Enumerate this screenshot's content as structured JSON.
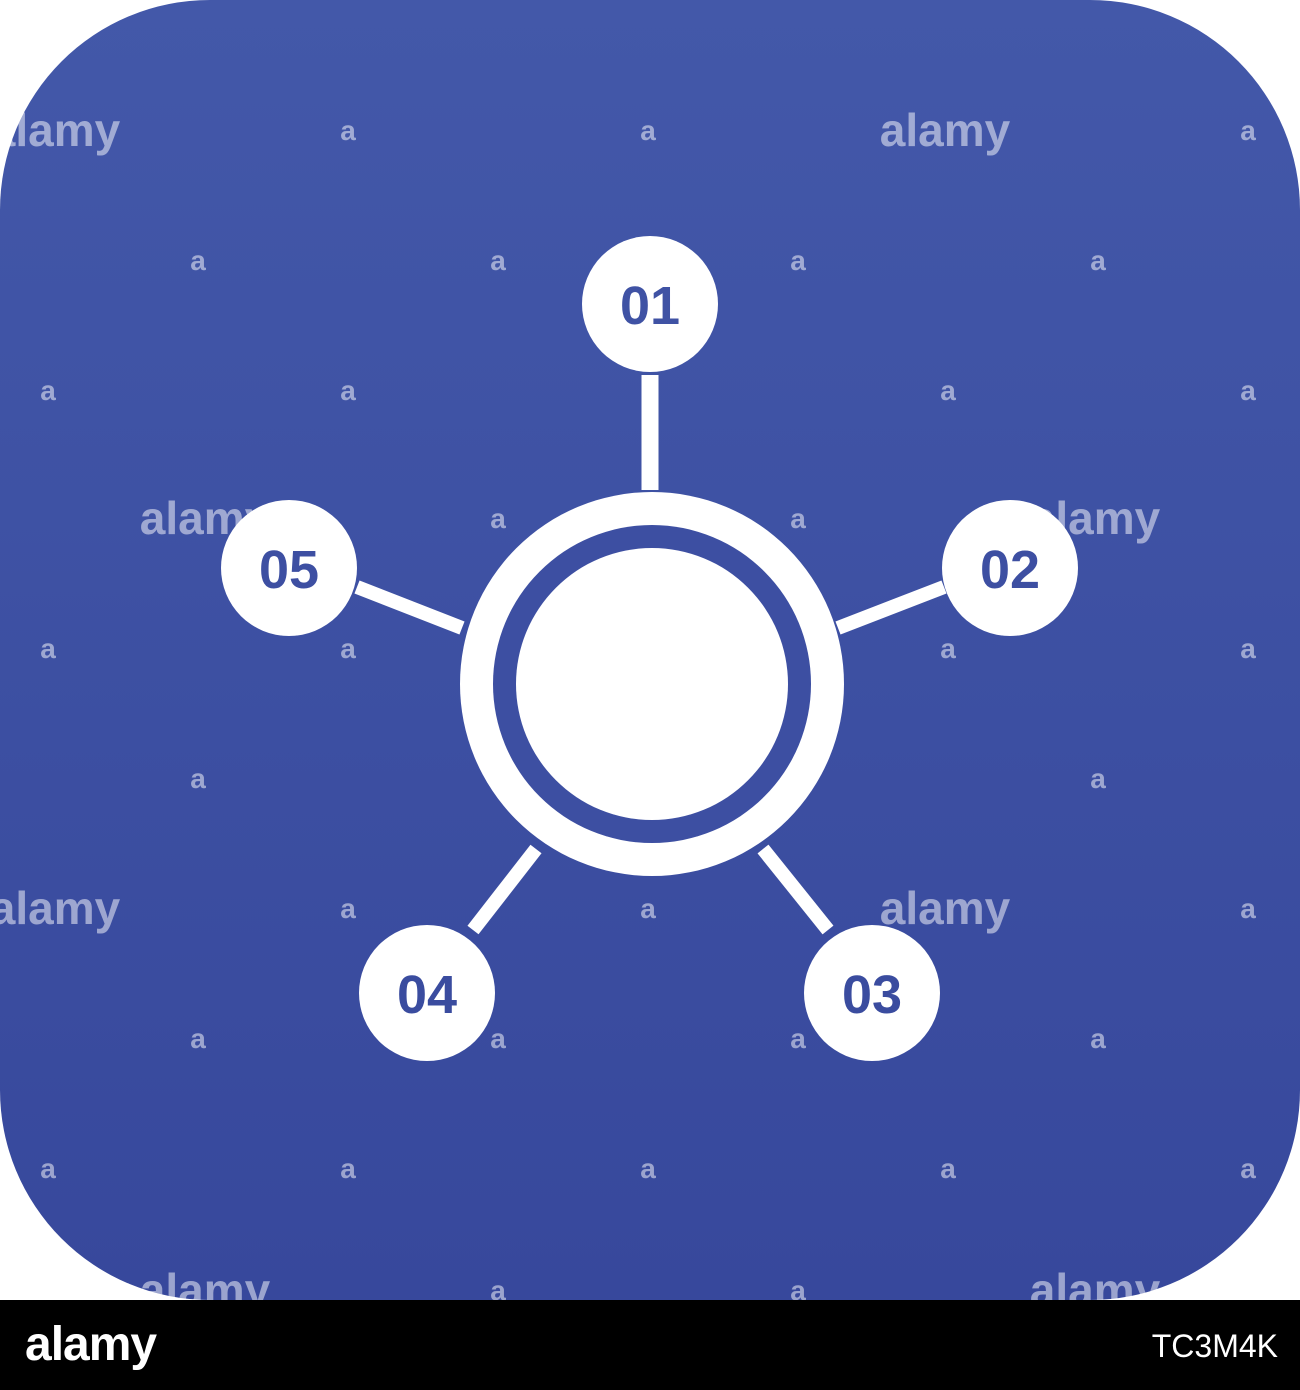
{
  "colors": {
    "tile_top": "#4358a9",
    "tile_bottom": "#37489c",
    "glyph": "#ffffff",
    "footer": "#000000"
  },
  "icon": {
    "name": "hub-network-icon",
    "nodes": [
      {
        "label": "01"
      },
      {
        "label": "02"
      },
      {
        "label": "03"
      },
      {
        "label": "04"
      },
      {
        "label": "05"
      }
    ]
  },
  "watermark": {
    "logo_text": "alamy",
    "small_text": "a"
  },
  "footer": {
    "logo": "alamy",
    "image_id": "TC3M4K"
  }
}
